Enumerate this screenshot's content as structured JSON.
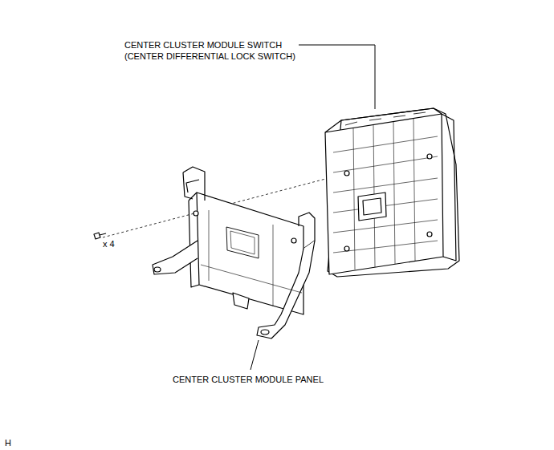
{
  "diagram": {
    "labels": [
      "CENTER CLUSTER MODULE SWITCH",
      "(CENTER DIFFERENTIAL LOCK SWITCH)",
      "x 4",
      "CENTER CLUSTER MODULE PANEL",
      "H"
    ]
  }
}
